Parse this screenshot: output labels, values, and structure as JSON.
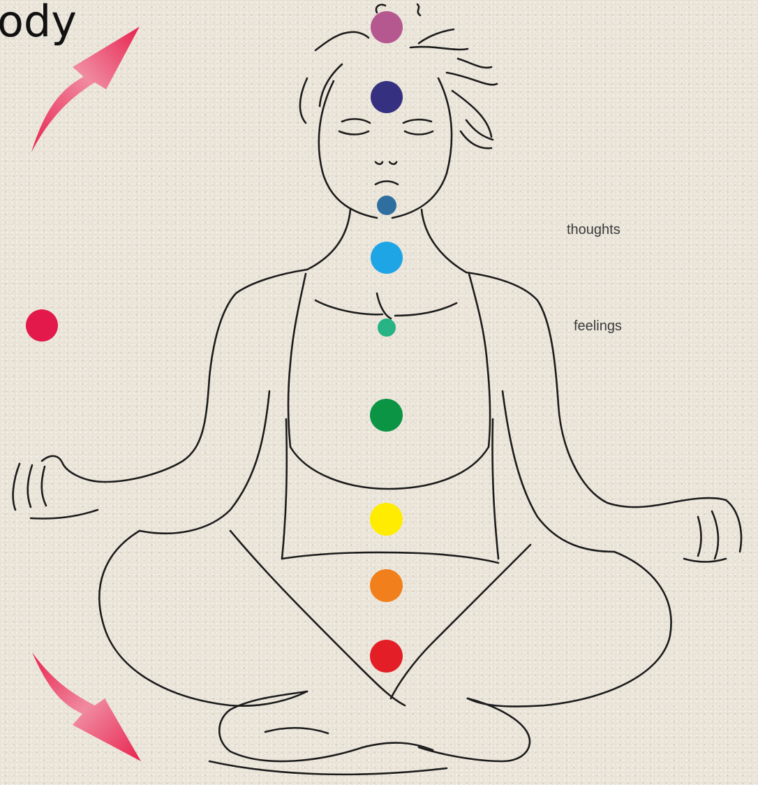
{
  "title": "ody",
  "labels": {
    "thoughts": "thoughts",
    "feelings": "feelings"
  },
  "colors": {
    "background": "#e9e3d7",
    "line": "#1c1c1c",
    "arrow": "#e8234f",
    "side_dot": "#e2194a"
  },
  "chakras": [
    {
      "name": "crown",
      "color": "#b5588f"
    },
    {
      "name": "third-eye",
      "color": "#35307f"
    },
    {
      "name": "throat-small",
      "color": "#2f6fa0"
    },
    {
      "name": "throat",
      "color": "#1ea5e6"
    },
    {
      "name": "heart-small",
      "color": "#27b383"
    },
    {
      "name": "heart",
      "color": "#0a9444"
    },
    {
      "name": "solar-plexus",
      "color": "#ffec00"
    },
    {
      "name": "sacral",
      "color": "#f17f1b"
    },
    {
      "name": "root",
      "color": "#e41e26"
    }
  ]
}
